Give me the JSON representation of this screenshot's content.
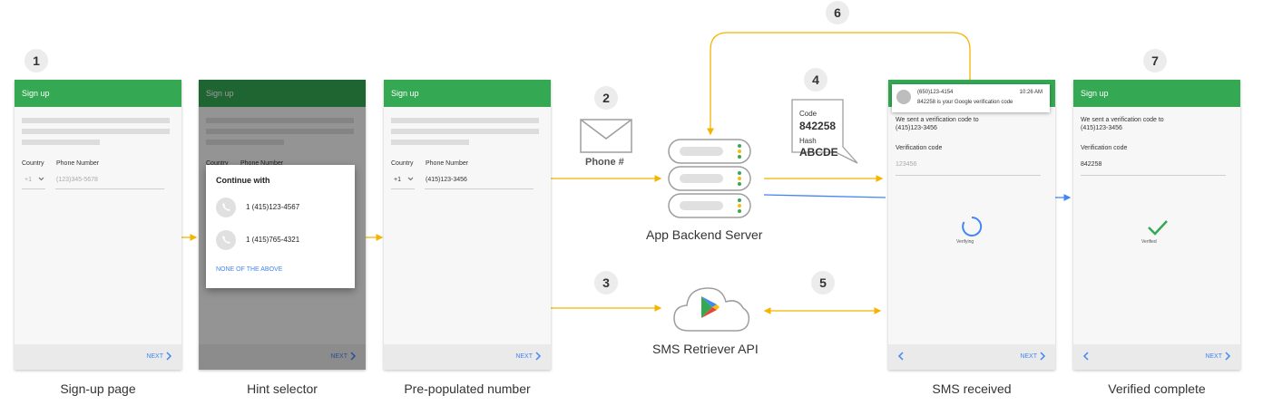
{
  "steps": [
    "1",
    "2",
    "3",
    "4",
    "5",
    "6",
    "7"
  ],
  "screens": {
    "signup": {
      "header": "Sign up",
      "country_label": "Country",
      "phone_label": "Phone Number",
      "country_code": "+1",
      "phone_placeholder": "(123)345-5678",
      "next": "NEXT",
      "caption": "Sign-up page"
    },
    "hint": {
      "header": "Sign up",
      "country_label": "Country",
      "phone_label": "Phone Number",
      "dialog_title": "Continue with",
      "options": [
        "1 (415)123-4567",
        "1 (415)765-4321"
      ],
      "none_label": "NONE OF THE ABOVE",
      "next": "NEXT",
      "caption": "Hint selector"
    },
    "prepopulated": {
      "header": "Sign up",
      "country_label": "Country",
      "phone_label": "Phone Number",
      "country_code": "+1",
      "phone_value": "(415)123-3456",
      "next": "NEXT",
      "caption": "Pre-populated number"
    },
    "sms": {
      "notif_sender": "(650)123-4154",
      "notif_time": "10:26 AM",
      "notif_body": "842258 is your Google verification code",
      "sent_line1": "We sent a verification code to",
      "sent_line2": "(415)123-3456",
      "code_label": "Verification code",
      "code_placeholder": "123456",
      "status": "Verifying",
      "next": "NEXT",
      "caption": "SMS received"
    },
    "verified": {
      "header": "Sign up",
      "sent_line1": "We sent a verification code to",
      "sent_line2": "(415)123-3456",
      "code_label": "Verification code",
      "code_value": "842258",
      "status": "Verified",
      "next": "NEXT",
      "caption": "Verified complete"
    }
  },
  "envelope_label": "Phone #",
  "server_label": "App Backend Server",
  "retriever_label": "SMS Retriever API",
  "bubble": {
    "code_label": "Code",
    "code_value": "842258",
    "hash_label": "Hash",
    "hash_value": "ABCDE"
  },
  "colors": {
    "green": "#34a853",
    "green_dim": "#1f6b34",
    "arrow_yellow": "#f4b400",
    "arrow_blue": "#4285f4",
    "server_dot_green": "#34a853",
    "server_dot_yellow": "#fbbc04"
  },
  "icons": [
    "envelope-icon",
    "server-icon",
    "cloud-icon",
    "play-store-icon",
    "phone-icon",
    "spinner-icon",
    "check-icon",
    "chevron-right-icon",
    "chevron-left-icon",
    "dropdown-arrow-icon",
    "avatar-icon"
  ]
}
